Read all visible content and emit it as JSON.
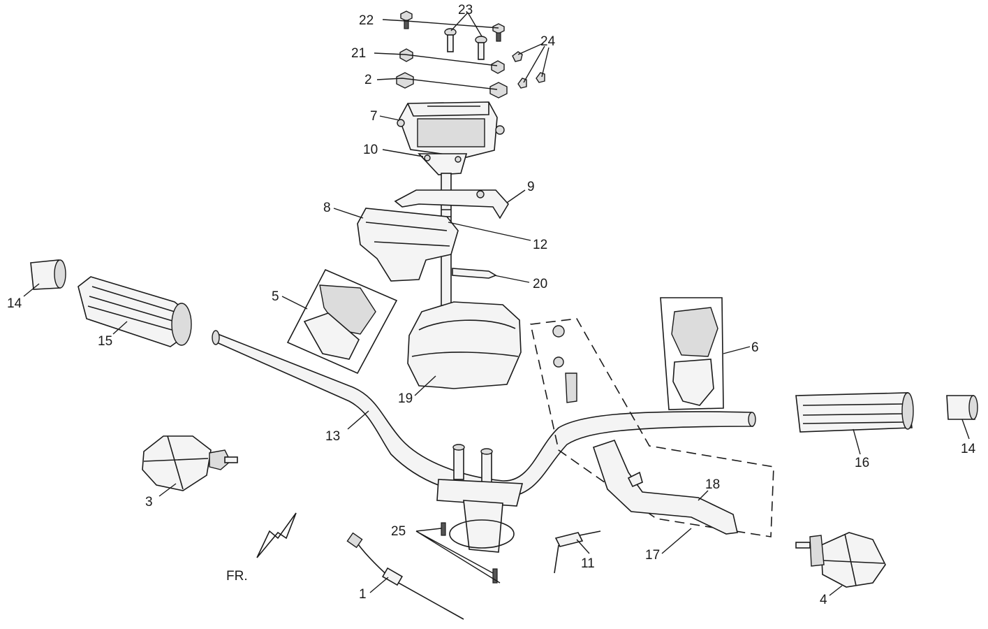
{
  "callouts": [
    {
      "id": "c22",
      "text": "22"
    },
    {
      "id": "c23",
      "text": "23"
    },
    {
      "id": "c21",
      "text": "21"
    },
    {
      "id": "c24",
      "text": "24"
    },
    {
      "id": "c2",
      "text": "2"
    },
    {
      "id": "c7",
      "text": "7"
    },
    {
      "id": "c10",
      "text": "10"
    },
    {
      "id": "c9",
      "text": "9"
    },
    {
      "id": "c8",
      "text": "8"
    },
    {
      "id": "c12",
      "text": "12"
    },
    {
      "id": "c20",
      "text": "20"
    },
    {
      "id": "c5",
      "text": "5"
    },
    {
      "id": "c6",
      "text": "6"
    },
    {
      "id": "c14a",
      "text": "14"
    },
    {
      "id": "c15",
      "text": "15"
    },
    {
      "id": "c19",
      "text": "19"
    },
    {
      "id": "c13",
      "text": "13"
    },
    {
      "id": "c16",
      "text": "16"
    },
    {
      "id": "c14b",
      "text": "14"
    },
    {
      "id": "c3",
      "text": "3"
    },
    {
      "id": "c18",
      "text": "18"
    },
    {
      "id": "c25",
      "text": "25"
    },
    {
      "id": "c11",
      "text": "11"
    },
    {
      "id": "c17",
      "text": "17"
    },
    {
      "id": "c1",
      "text": "1"
    },
    {
      "id": "c4",
      "text": "4"
    }
  ],
  "direction": {
    "text": "FR."
  }
}
